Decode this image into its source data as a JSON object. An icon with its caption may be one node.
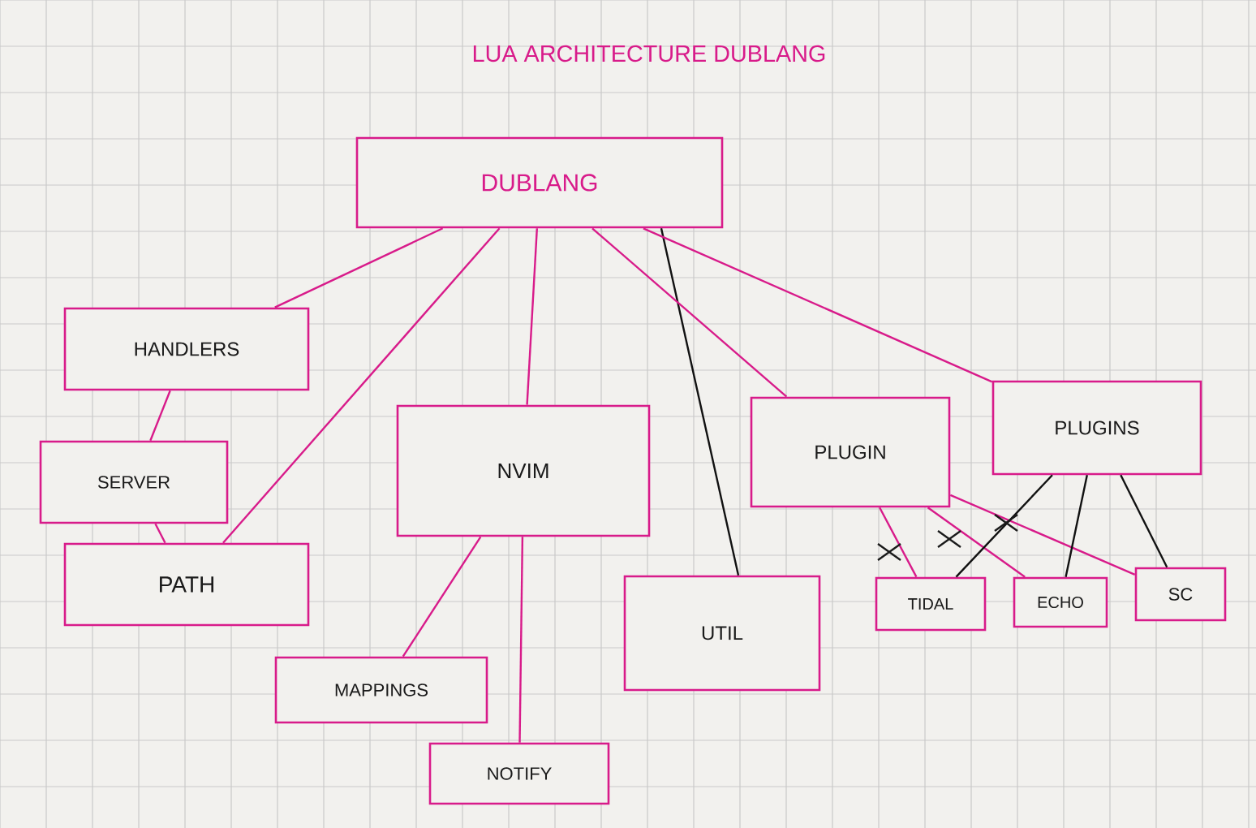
{
  "diagram": {
    "title": "LUA ARCHITECTURE DUBLANG",
    "nodes": [
      {
        "text": [
          "DUBLANG"
        ]
      },
      {
        "text": [
          "HANDLERS"
        ]
      },
      {
        "text": [
          "SERVER"
        ]
      },
      {
        "text": [
          "PATH"
        ]
      },
      {
        "text": [
          "NVIM"
        ]
      },
      {
        "text": [
          "MAPPINGS"
        ]
      },
      {
        "text": [
          "NOTIFY"
        ]
      },
      {
        "text": [
          "UTIL"
        ]
      },
      {
        "text": [
          "PLUGIN"
        ]
      },
      {
        "text": [
          "PLUGINS"
        ]
      },
      {
        "text": [
          "TIDAL"
        ]
      },
      {
        "text": [
          "ECHO"
        ]
      },
      {
        "text": [
          "SC"
        ]
      }
    ],
    "edges": [
      {
        "from": 0,
        "to": 1,
        "arrow": "none"
      },
      {
        "from": 0,
        "to": 3,
        "arrow": "none"
      },
      {
        "from": 0,
        "to": 4,
        "arrow": "none"
      },
      {
        "from": 0,
        "to": 7,
        "arrow": "none",
        "color": "#111111"
      },
      {
        "from": 0,
        "to": 8,
        "arrow": "none"
      },
      {
        "from": 0,
        "to": 9,
        "arrow": "none"
      },
      {
        "from": 1,
        "to": 2,
        "arrow": "none"
      },
      {
        "from": 2,
        "to": 3,
        "arrow": "none"
      },
      {
        "from": 4,
        "to": 5,
        "arrow": "none"
      },
      {
        "from": 4,
        "to": 6,
        "arrow": "none"
      },
      {
        "from": 8,
        "to": 10,
        "arrow": "none"
      },
      {
        "from": 8,
        "to": 11,
        "arrow": "none"
      },
      {
        "from": 8,
        "to": 12,
        "arrow": "none"
      },
      {
        "from": 9,
        "to": 10,
        "arrow": "none",
        "color": "#111111"
      },
      {
        "from": 9,
        "to": 11,
        "arrow": "none",
        "color": "#111111"
      },
      {
        "from": 9,
        "to": 12,
        "arrow": "none",
        "color": "#111111"
      }
    ]
  }
}
